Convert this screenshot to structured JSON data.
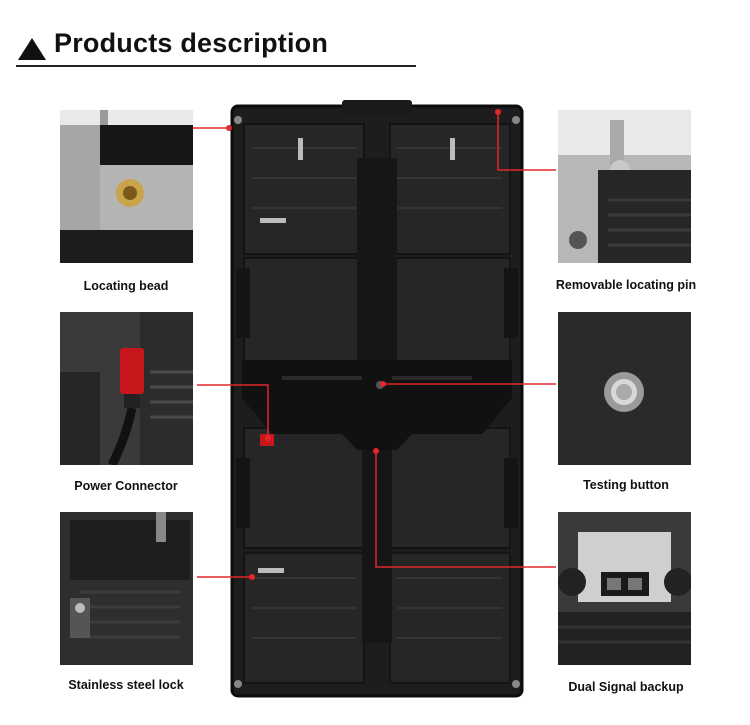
{
  "header": {
    "title": "Products description"
  },
  "callouts": {
    "locating_bead": "Locating bead",
    "removable_pin": "Removable locating pin",
    "power_connector": "Power Connector",
    "testing_button": "Testing button",
    "steel_lock": "Stainless steel lock",
    "signal_backup": "Dual Signal backup"
  },
  "colors": {
    "leader": "#e3262b",
    "cabinet": "#1b1b1b"
  }
}
